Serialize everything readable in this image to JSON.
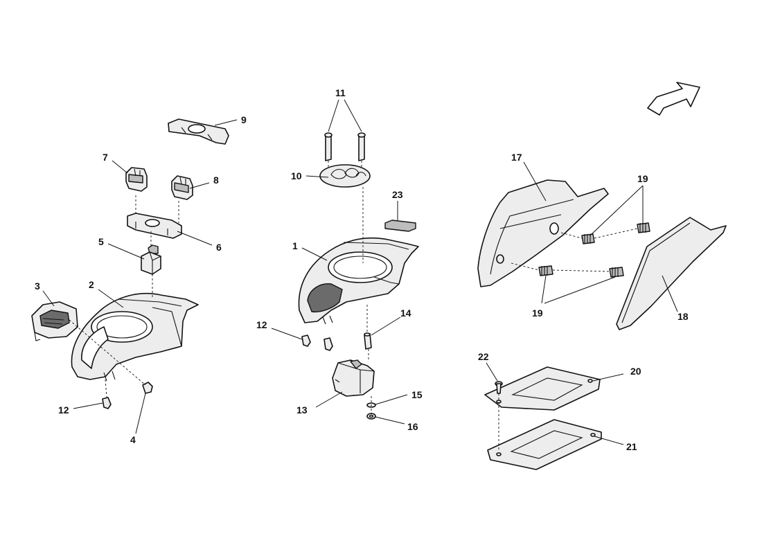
{
  "callouts": [
    {
      "id": "c1",
      "label": "1"
    },
    {
      "id": "c2",
      "label": "2"
    },
    {
      "id": "c3",
      "label": "3"
    },
    {
      "id": "c4",
      "label": "4"
    },
    {
      "id": "c5",
      "label": "5"
    },
    {
      "id": "c6",
      "label": "6"
    },
    {
      "id": "c7",
      "label": "7"
    },
    {
      "id": "c8",
      "label": "8"
    },
    {
      "id": "c9",
      "label": "9"
    },
    {
      "id": "c10",
      "label": "10"
    },
    {
      "id": "c11",
      "label": "11"
    },
    {
      "id": "c12a",
      "label": "12"
    },
    {
      "id": "c12b",
      "label": "12"
    },
    {
      "id": "c13",
      "label": "13"
    },
    {
      "id": "c14",
      "label": "14"
    },
    {
      "id": "c15",
      "label": "15"
    },
    {
      "id": "c16",
      "label": "16"
    },
    {
      "id": "c17",
      "label": "17"
    },
    {
      "id": "c18",
      "label": "18"
    },
    {
      "id": "c19a",
      "label": "19"
    },
    {
      "id": "c19b",
      "label": "19"
    },
    {
      "id": "c20",
      "label": "20"
    },
    {
      "id": "c21",
      "label": "21"
    },
    {
      "id": "c22",
      "label": "22"
    },
    {
      "id": "c23",
      "label": "23"
    }
  ],
  "icons": {
    "orientation_arrow": "direction-arrow-icon"
  },
  "colors": {
    "line": "#111111",
    "part_fill": "#ededed",
    "background": "#ffffff"
  }
}
